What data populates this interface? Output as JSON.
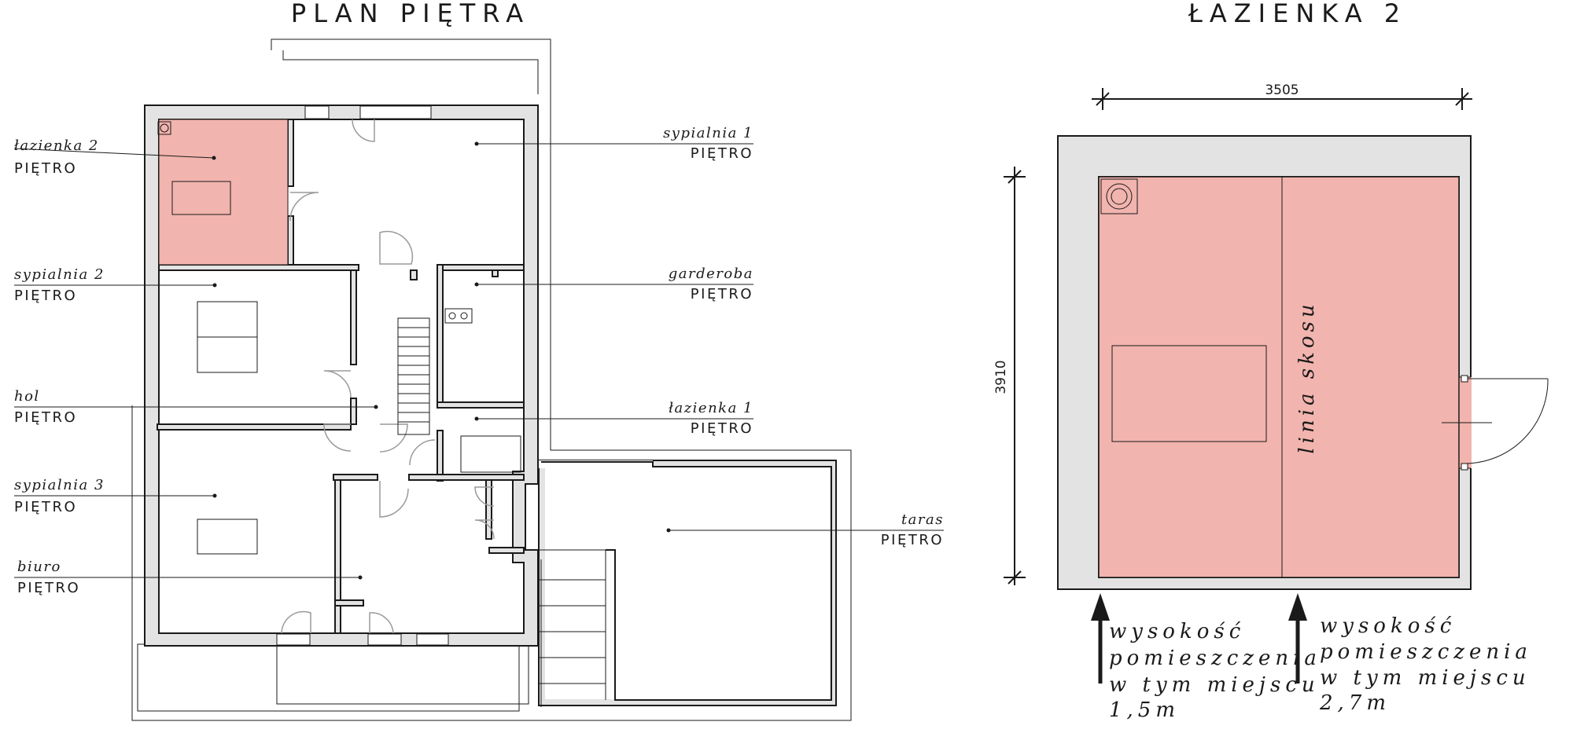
{
  "plan": {
    "title": "PLAN PIĘTRA",
    "rooms": [
      {
        "name": "łazienka 2",
        "level": "PIĘTRO"
      },
      {
        "name": "sypialnia 1",
        "level": "PIĘTRO"
      },
      {
        "name": "sypialnia 2",
        "level": "PIĘTRO"
      },
      {
        "name": "garderoba",
        "level": "PIĘTRO"
      },
      {
        "name": "hol",
        "level": "PIĘTRO"
      },
      {
        "name": "łazienka 1",
        "level": "PIĘTRO"
      },
      {
        "name": "sypialnia 3",
        "level": "PIĘTRO"
      },
      {
        "name": "taras",
        "level": "PIĘTRO"
      },
      {
        "name": "biuro",
        "level": "PIĘTRO"
      }
    ],
    "highlight_color": "#f2b4ae"
  },
  "detail": {
    "title": "ŁAZIENKA 2",
    "width_dim": "3505",
    "height_dim": "3910",
    "slope_label": "linia skosu",
    "note_low": [
      "wysokość",
      "pomieszczenia",
      "w tym miejscu",
      "1,5m"
    ],
    "note_high": [
      "wysokość",
      "pomieszczenia",
      "w tym miejscu",
      "2,7m"
    ]
  }
}
